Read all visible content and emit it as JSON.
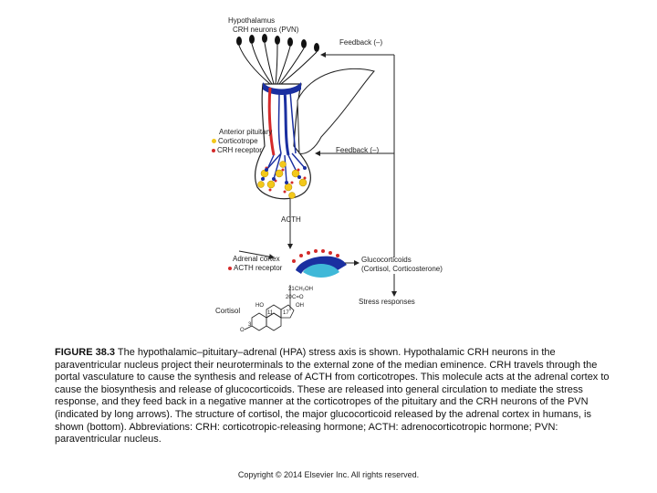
{
  "labels": {
    "hypothalamus": "Hypothalamus",
    "crh_neurons": "CRH neurons (PVN)",
    "feedback_top": "Feedback (–)",
    "anterior_pituitary": "Anterior pituitary",
    "corticotrope": "Corticotrope",
    "crh_receptor": "CRH receptor",
    "feedback_mid": "Feedback (–)",
    "acth": "ACTH",
    "adrenal_cortex": "Adrenal cortex",
    "acth_receptor": "ACTH receptor",
    "glucocorticoids": "Glucocorticoids",
    "glucocorticoids_sub": "(Cortisol, Corticosterone)",
    "stress_responses": "Stress responses",
    "cortisol": "Cortisol"
  },
  "structure": {
    "c21": "21",
    "ch2oh": "CH₂OH",
    "c20": "20",
    "co": "C=O",
    "ho": "HO",
    "oh": "OH",
    "c11": "11",
    "c17": "17",
    "c3": "3",
    "o": "O"
  },
  "caption": {
    "figure_label": "FIGURE 38.3",
    "text": " The hypothalamic–pituitary–adrenal (HPA) stress axis is shown. Hypothalamic CRH neurons in the paraventricular nucleus project their neuroterminals to the external zone of the median eminence. CRH travels through the portal vasculature to cause the synthesis and release of ACTH from corticotropes. This molecule acts at the adrenal cortex to cause the biosynthesis and release of glucocorticoids. These are released into general circulation to mediate the stress response, and they feed back in a negative manner at the corticotropes of the pituitary and the CRH neurons of the PVN (indicated by long arrows). The structure of cortisol, the major glucocorticoid released by the adrenal cortex in humans, is shown (bottom). Abbreviations: CRH: corticotropic-releasing hormone; ACTH: adrenocorticotropic hormone; PVN: paraventricular nucleus."
  },
  "copyright": "Copyright © 2014 Elsevier Inc. All rights reserved.",
  "colors": {
    "blue": "#1a2fa0",
    "red": "#d42a2a",
    "yellow": "#f3c81a",
    "teal": "#3fb8d8"
  }
}
